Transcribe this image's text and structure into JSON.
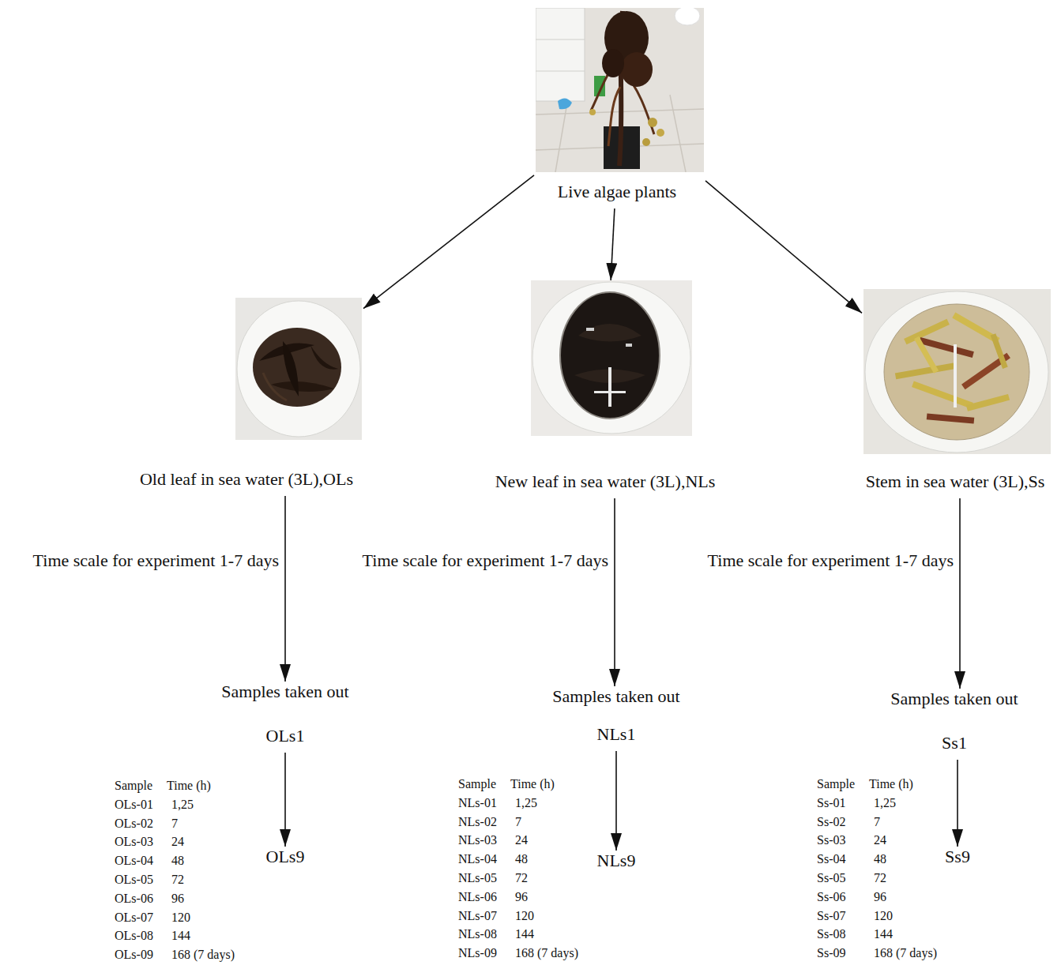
{
  "diagram": {
    "nodes": [
      {
        "text": [
          "Live algae plants"
        ]
      },
      {
        "text": [
          "Old leaf in sea water (3L),OLs"
        ]
      },
      {
        "text": [
          "New leaf in sea water (3L),NLs"
        ]
      },
      {
        "text": [
          "Stem in sea water (3L),Ss"
        ]
      },
      {
        "text": [
          "Samples taken out",
          "OLs1"
        ]
      },
      {
        "text": [
          "Samples taken out",
          "NLs1"
        ]
      },
      {
        "text": [
          "Samples taken out",
          "Ss1"
        ]
      },
      {
        "text": [
          "OLs9"
        ]
      },
      {
        "text": [
          "NLs9"
        ]
      },
      {
        "text": [
          "Ss9"
        ]
      }
    ],
    "edges": [
      {
        "from": 0,
        "to": 1,
        "arrow": "to"
      },
      {
        "from": 0,
        "to": 2,
        "arrow": "to"
      },
      {
        "from": 0,
        "to": 3,
        "arrow": "to"
      },
      {
        "from": 1,
        "to": 4,
        "arrow": "to",
        "label": "Time scale for experiment 1-7 days"
      },
      {
        "from": 2,
        "to": 5,
        "arrow": "to",
        "label": "Time scale for experiment 1-7 days"
      },
      {
        "from": 3,
        "to": 6,
        "arrow": "to",
        "label": "Time scale for experiment 1-7 days"
      },
      {
        "from": 4,
        "to": 7,
        "arrow": "to"
      },
      {
        "from": 5,
        "to": 8,
        "arrow": "to"
      },
      {
        "from": 6,
        "to": 9,
        "arrow": "to"
      }
    ],
    "labels": [
      "Sample",
      "Time (h)",
      "OLs-01",
      "1,25",
      "OLs-02",
      "7",
      "OLs-03",
      "24",
      "OLs-04",
      "48",
      "OLs-05",
      "72",
      "OLs-06",
      "96",
      "OLs-07",
      "120",
      "OLs-08",
      "144",
      "OLs-09",
      "168 (7 days)",
      "Sample",
      "Time (h)",
      "NLs-01",
      "1,25",
      "NLs-02",
      "7",
      "NLs-03",
      "24",
      "NLs-04",
      "48",
      "NLs-05",
      "72",
      "NLs-06",
      "96",
      "NLs-07",
      "120",
      "NLs-08",
      "144",
      "NLs-09",
      "168 (7 days)",
      "Sample",
      "Time (h)",
      "Ss-01",
      "1,25",
      "Ss-02",
      "7",
      "Ss-03",
      "24",
      "Ss-04",
      "48",
      "Ss-05",
      "72",
      "Ss-06",
      "96",
      "Ss-07",
      "120",
      "Ss-08",
      "144",
      "Ss-09",
      "168 (7 days)"
    ]
  }
}
